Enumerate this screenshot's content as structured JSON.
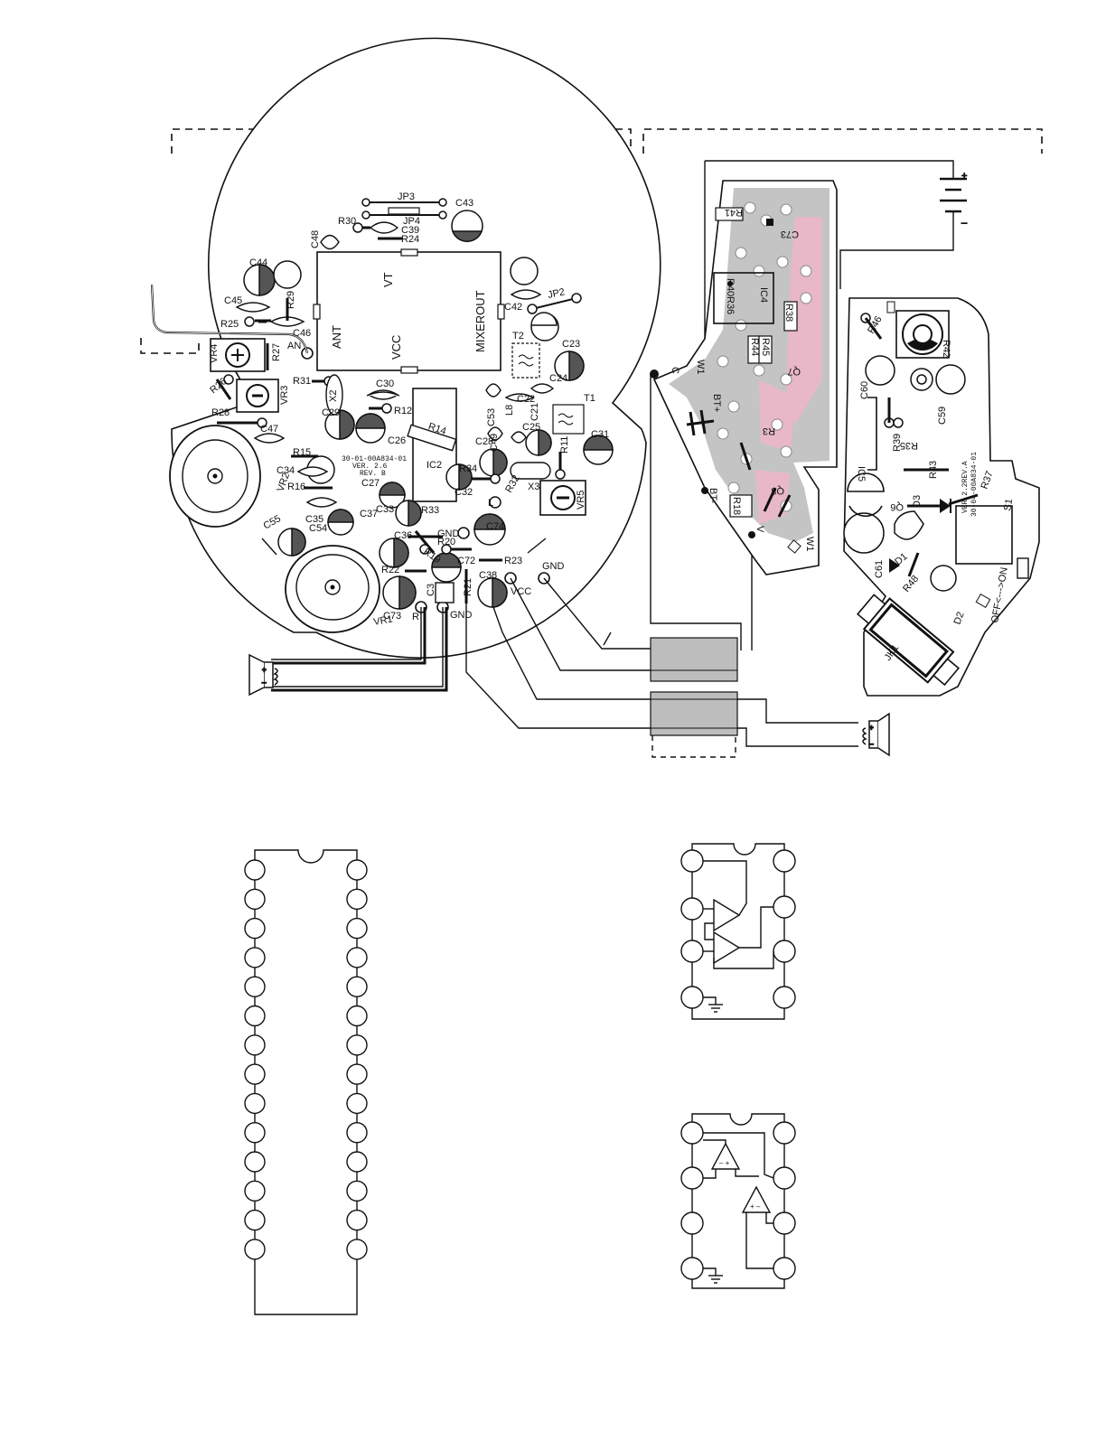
{
  "main_board": {
    "text_lines": [
      "30-01-00A834-01",
      "VER. 2.6",
      "REV. B"
    ],
    "module_pins": {
      "ant": "ANT",
      "vt": "VT",
      "vcc": "VCC",
      "mixerout": "MIXEROUT"
    },
    "jumpers": {
      "jp2": "JP2",
      "jp3": "JP3",
      "jp4": "JP4"
    },
    "ics": {
      "ic2": "IC2",
      "r14": "R14"
    },
    "crystals": {
      "x2": "X2",
      "x3": "X3"
    },
    "transformers": {
      "t1": "T1",
      "t2": "T2"
    },
    "trimmers": {
      "vr1": "VR1",
      "vr2": "VR2",
      "vr3": "VR3",
      "vr4": "VR4",
      "vr5": "VR5"
    },
    "pads": {
      "gnd_top": "GND",
      "gnd_bottom": "GND",
      "gnd_right": "GND",
      "vcc": "VCC",
      "l": "L",
      "r": "R",
      "ant": "AN"
    },
    "caps": {
      "c3": "C3",
      "c21": "C21",
      "c22": "C22",
      "c23": "C23",
      "c24": "C24",
      "c25": "C25",
      "c26": "C26",
      "c27": "C27",
      "c28": "C28",
      "c29": "C29",
      "c30": "C30",
      "c31": "C31",
      "c32": "C32",
      "c33": "C33",
      "c34": "C34",
      "c35": "C35",
      "c36": "C36",
      "c37": "C37",
      "c38": "C38",
      "c39": "C39",
      "c42": "C42",
      "c43": "C43",
      "c44": "C44",
      "c45": "C45",
      "c46": "C46",
      "c47": "C47",
      "c48": "C48",
      "c49": "C49",
      "c53": "C53",
      "c54": "C54",
      "c55": "C55",
      "c72": "C72",
      "c73": "C73",
      "c74": "C74"
    },
    "resistors": {
      "r11": "R11",
      "r12": "R12",
      "r15": "R15",
      "r16": "R16",
      "r19": "R19",
      "r20": "R20",
      "r21": "R21",
      "r22": "R22",
      "r23": "R23",
      "r24": "R24",
      "r25": "R25",
      "r26": "R26",
      "r27": "R27",
      "r28": "R28",
      "r29": "R29",
      "r30": "R30",
      "r31": "R31",
      "r32": "R32",
      "r33": "R33",
      "r34": "R34"
    },
    "inductors": {
      "l8": "L8"
    }
  },
  "small_board": {
    "labels": {
      "r41": "R41",
      "c73": "C73",
      "r40": "R40",
      "r36": "R36",
      "ic4": "IC4",
      "r38": "R38",
      "r44": "R44",
      "r45": "R45",
      "q7": "Q7",
      "r3": "R3",
      "q8": "Q8",
      "r18": "R18",
      "w1_top": "W1",
      "w1_bottom": "W1",
      "bt_plus": "BT+",
      "bt_minus": "BT-",
      "c": "C",
      "v": "V"
    }
  },
  "switch_board": {
    "text_lines": [
      "VER.2.2REV.A",
      "30-04-00A834-01"
    ],
    "labels": {
      "r46": "R46",
      "r42": "R42",
      "c60": "C60",
      "c59": "C59",
      "r39": "R39",
      "r35": "R35",
      "r43": "R43",
      "ic5": "IC5",
      "d3": "D3",
      "q6": "Q6",
      "r37": "R37",
      "s1": "S1",
      "c61": "C61",
      "d1": "D1",
      "r48": "R48",
      "d2": "D2",
      "jk1": "JK1"
    },
    "switch_label": "OFF<--->ON"
  },
  "battery": {
    "plus": "+",
    "minus": "–"
  },
  "speakers": {
    "plus": "+",
    "minus": "–"
  },
  "colors": {
    "ink": "#111111",
    "trace_gray": "#c4c4c4",
    "trace_pink": "#e8b8c8",
    "cable_gray": "#bdbdbd"
  }
}
